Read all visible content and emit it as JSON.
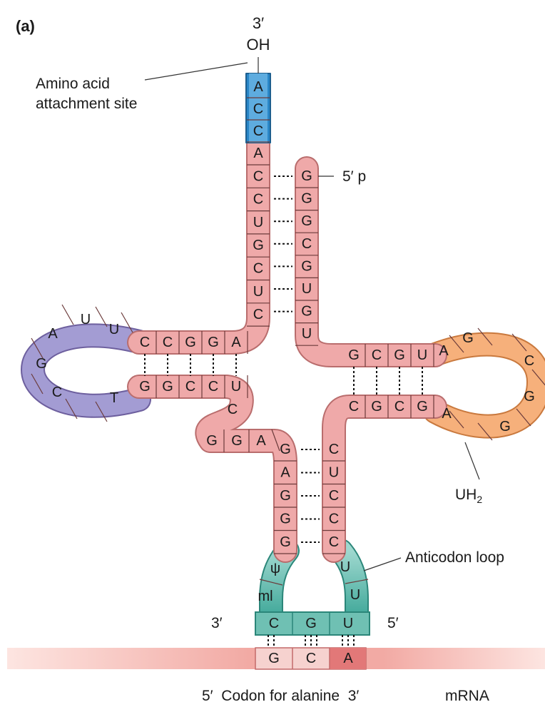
{
  "panel_label": "(a)",
  "end3": {
    "prime": "3′",
    "group": "OH"
  },
  "amino_label": {
    "line1": "Amino acid",
    "line2": "attachment site"
  },
  "end5_label": "5′ p",
  "uh2_label": {
    "main": "UH",
    "sub": "2"
  },
  "anticodon_label": "Anticodon loop",
  "anticodon_ends": {
    "left": "3′",
    "right": "5′"
  },
  "bottom": {
    "codon_caption": "5′  Codon for alanine  3′",
    "mrna_label": "mRNA"
  },
  "colors": {
    "stem": "#e89c9c",
    "acc": "#2a87c8",
    "dloop": "#9b94cc",
    "tloop": "#f0a870",
    "anticodon": "#3aa596",
    "mrna": "#e27878"
  },
  "bases": {
    "acceptor_tail": [
      "A",
      "C",
      "C"
    ],
    "acceptor_3prime_strand": [
      "A",
      "C",
      "C",
      "U",
      "G",
      "C",
      "U",
      "C"
    ],
    "acceptor_5prime_strand": [
      "G",
      "G",
      "G",
      "C",
      "G",
      "U",
      "G",
      "U"
    ],
    "d_stem_top": [
      "C",
      "C",
      "G",
      "G",
      "A"
    ],
    "d_stem_bottom": [
      "G",
      "G",
      "C",
      "C",
      "U"
    ],
    "d_loop": [
      "A",
      "U",
      "U",
      "G",
      "C",
      "T"
    ],
    "variable_region": [
      "C",
      "G",
      "G",
      "A"
    ],
    "anticodon_stem_left": [
      "G",
      "A",
      "G",
      "G",
      "G"
    ],
    "anticodon_stem_right": [
      "C",
      "U",
      "C",
      "C",
      "C"
    ],
    "t_stem_top": [
      "G",
      "C",
      "G",
      "U"
    ],
    "t_stem_bottom": [
      "C",
      "G",
      "C",
      "G"
    ],
    "t_loop": [
      "A",
      "G",
      "C",
      "G",
      "G",
      "A"
    ],
    "anticodon_loop": [
      "ψ",
      "ml",
      "U",
      "U"
    ],
    "anticodon": [
      "C",
      "G",
      "U"
    ],
    "codon": [
      "G",
      "C",
      "A"
    ]
  }
}
